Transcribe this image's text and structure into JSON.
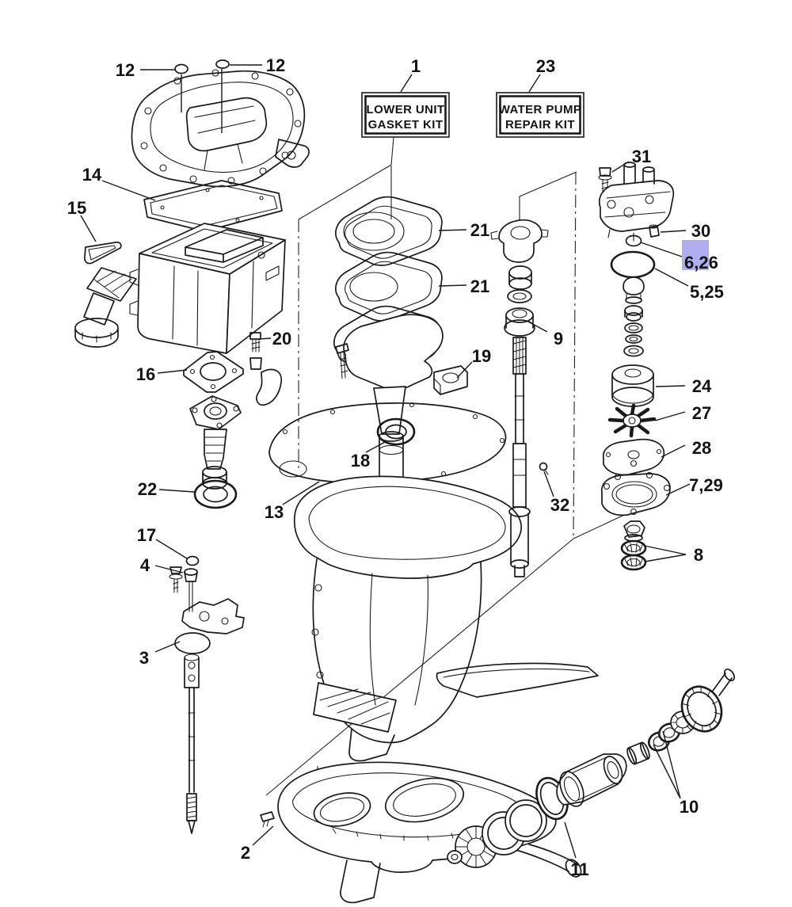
{
  "figure": {
    "background": "#ffffff",
    "line_color": "#1a1a1a",
    "highlight_color": "#aeaef0"
  },
  "kit_boxes": [
    {
      "line1": "LOWER UNIT",
      "line2": "GASKET KIT"
    },
    {
      "line1": "WATER PUMP",
      "line2": "REPAIR KIT"
    }
  ],
  "callouts": [
    {
      "label": "12"
    },
    {
      "label": "12"
    },
    {
      "label": "1"
    },
    {
      "label": "23"
    },
    {
      "label": "14"
    },
    {
      "label": "15"
    },
    {
      "label": "21"
    },
    {
      "label": "21"
    },
    {
      "label": "20"
    },
    {
      "label": "19"
    },
    {
      "label": "9"
    },
    {
      "label": "16"
    },
    {
      "label": "18"
    },
    {
      "label": "13"
    },
    {
      "label": "22"
    },
    {
      "label": "17"
    },
    {
      "label": "4"
    },
    {
      "label": "3"
    },
    {
      "label": "2"
    },
    {
      "label": "32"
    },
    {
      "label": "31"
    },
    {
      "label": "30"
    },
    {
      "label": "6,26",
      "highlighted": true
    },
    {
      "label": "5,25"
    },
    {
      "label": "24"
    },
    {
      "label": "27"
    },
    {
      "label": "28"
    },
    {
      "label": "7,29"
    },
    {
      "label": "8"
    },
    {
      "label": "10"
    },
    {
      "label": "11"
    }
  ]
}
